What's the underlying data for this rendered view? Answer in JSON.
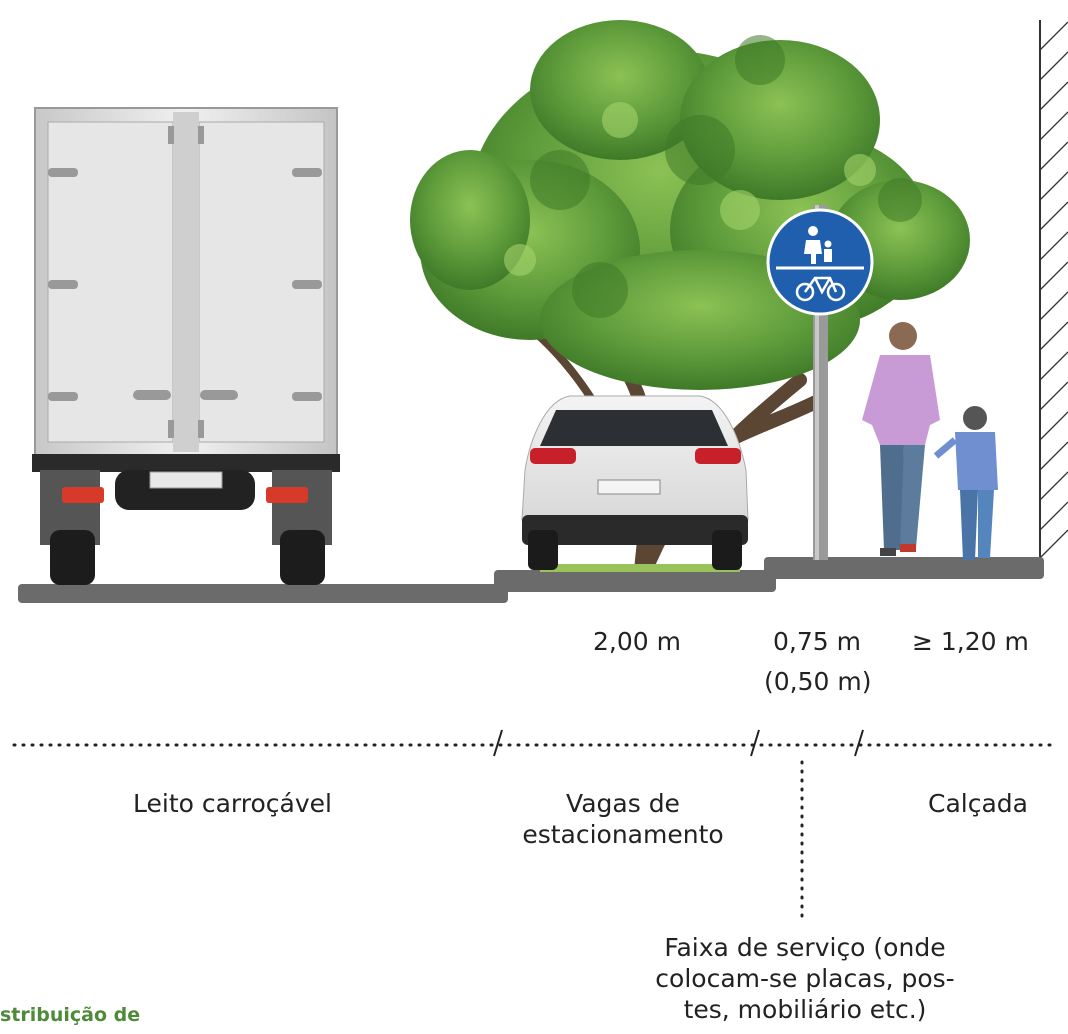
{
  "measurements": {
    "parking": "2,00 m",
    "service": "0,75 m",
    "service_alt": "(0,50 m)",
    "sidewalk": "≥ 1,20 m"
  },
  "zones": {
    "roadway": "Leito carroçável",
    "parking_line1": "Vagas de",
    "parking_line2": "estacionamento",
    "sidewalk": "Calçada"
  },
  "service_strip": {
    "line1": "Faixa de serviço (onde",
    "line2": "colocam-se placas, pos-",
    "line3": "tes, mobiliário etc.)"
  },
  "caption": "stribuição de",
  "colors": {
    "sign_blue": "#1f5fae",
    "caption_green": "#4e8a3a",
    "foliage": "#5d9a3a",
    "pavement": "#6b6b6b"
  }
}
